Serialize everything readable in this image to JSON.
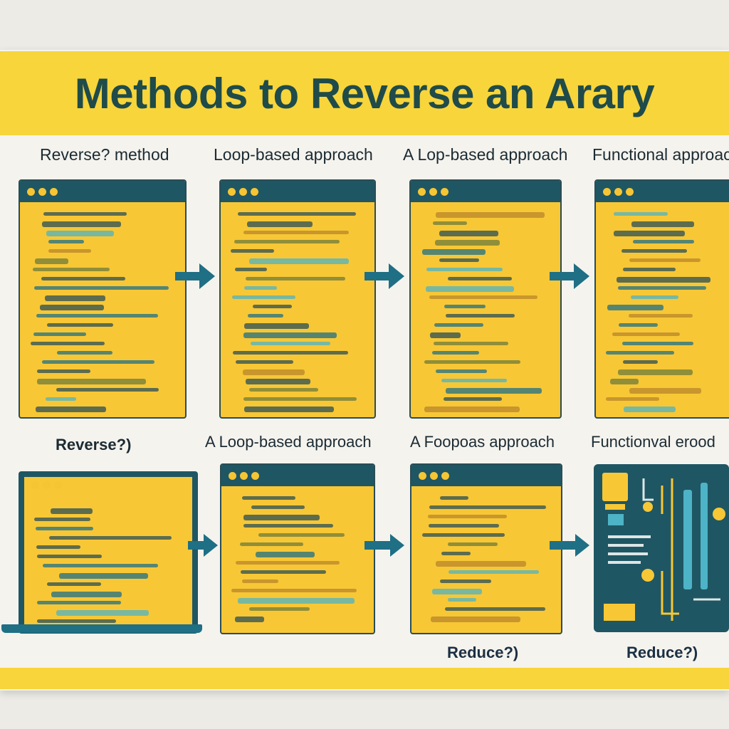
{
  "title": "Methods to Reverse an Arary",
  "top_labels": [
    "Reverse? method",
    "Loop-based approach",
    "A Lop-based approach",
    "Functional approach"
  ],
  "mid_labels": [
    "Reverse?)",
    "A Loop-based approach",
    "A Foopoas approach",
    "Functionval erood"
  ],
  "bottom_labels": [
    "Reduce?)",
    "Reduce?)"
  ],
  "colors": {
    "banner": "#f7d53b",
    "title_text": "#1f4b4a",
    "panel_fill": "#f7c736",
    "titlebar": "#1f5663",
    "arrow": "#1f6f85"
  },
  "icons": [
    "window-dots-icon",
    "arrow-right-icon",
    "laptop-icon",
    "circuit-board-icon"
  ]
}
